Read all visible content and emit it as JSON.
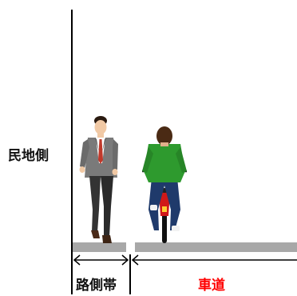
{
  "labels": {
    "private_land_side": "民地側",
    "road_shoulder": "路側帯",
    "roadway": "車道"
  },
  "colors": {
    "road": "#a8a8a8",
    "lines": "#000000",
    "roadway_label": "#ff0000",
    "pedestrian_suit": "#7a7a7a",
    "pedestrian_trousers": "#333333",
    "pedestrian_tie": "#c0392b",
    "cyclist_jacket": "#2e9a2e",
    "cyclist_jeans": "#1f3a6b",
    "bicycle_frame": "#d01818"
  },
  "icons": {
    "pedestrian": "pedestrian-icon",
    "cyclist": "cyclist-icon",
    "dimension_arrow": "arrow-icon"
  }
}
